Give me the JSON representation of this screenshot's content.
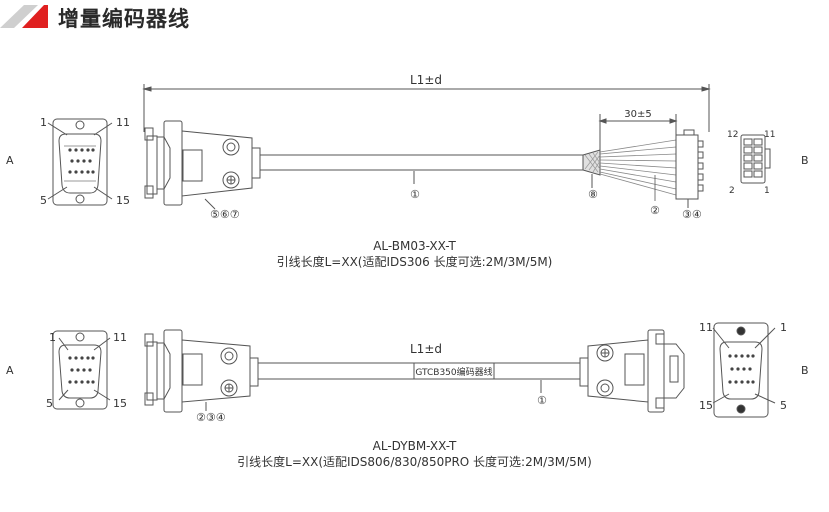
{
  "header": {
    "title": "增量编码器线"
  },
  "section1": {
    "end_a": "A",
    "end_b": "B",
    "pin_1": "1",
    "pin_11": "11",
    "pin_5": "5",
    "pin_15": "15",
    "pin_b_12": "12",
    "pin_b_11": "11",
    "pin_b_2": "2",
    "pin_b_1": "1",
    "length_label": "L1±d",
    "strip_label": "30±5",
    "callout_1": "①",
    "callout_2": "②",
    "callout_34": "③④",
    "callout_8": "⑧",
    "callout_567": "⑤⑥⑦",
    "model": "AL-BM03-XX-T",
    "description": "引线长度L=XX(适配IDS306 长度可选:2M/3M/5M)"
  },
  "section2": {
    "end_a": "A",
    "end_b": "B",
    "pin_1": "1",
    "pin_11": "11",
    "pin_5": "5",
    "pin_15": "15",
    "pin_b_11": "11",
    "pin_b_1": "1",
    "pin_b_15": "15",
    "pin_b_5": "5",
    "length_label": "L1±d",
    "cable_tag": "GTCB350编码器线",
    "callout_1": "①",
    "callout_234": "②③④",
    "model": "AL-DYBM-XX-T",
    "description": "引线长度L=XX(适配IDS806/830/850PRO 长度可选:2M/3M/5M)"
  },
  "colors": {
    "accent": "#e02020",
    "line": "#555555",
    "shade": "#cccccc"
  }
}
